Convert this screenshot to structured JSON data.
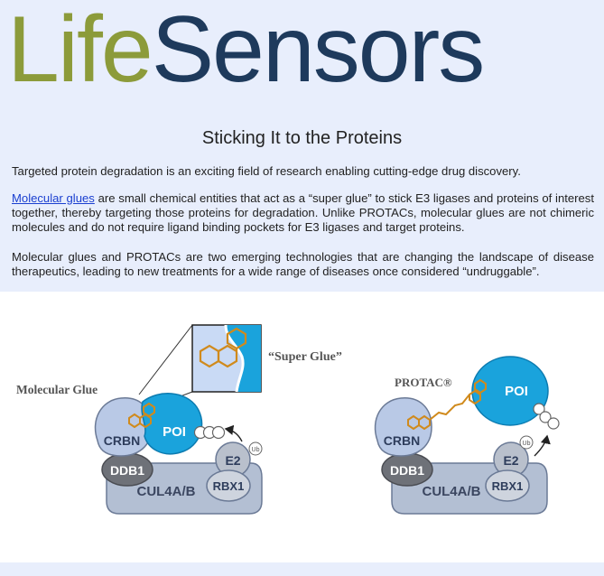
{
  "logo": {
    "part1": "Life",
    "part2": "Sensors",
    "part1_color": "#8c9b3a",
    "part2_color": "#1e3a5c"
  },
  "article": {
    "title": "Sticking It to the Proteins",
    "p1": "Targeted protein degradation is an exciting field of research enabling cutting-edge drug discovery.",
    "p2_link": "Molecular glues",
    "p2_rest": " are small chemical entities that act as a “super glue” to stick E3 ligases and proteins of interest together, thereby targeting those proteins for degradation. Unlike PROTACs, molecular glues are not chimeric molecules and do not require ligand binding pockets for E3 ligases and target proteins.",
    "p3": "Molecular glues and PROTACs are two emerging technologies that are changing the landscape of disease therapeutics, leading to new treatments for a wide range of diseases once considered “undruggable”."
  },
  "figure": {
    "left": {
      "label_mg": "Molecular Glue",
      "label_superglue": "“Super Glue”",
      "crbn": "CRBN",
      "poi": "POI",
      "ddb1": "DDB1",
      "e2": "E2",
      "ub": "Ub",
      "rbx1": "RBX1",
      "cul": "CUL4A/B"
    },
    "right": {
      "label_protac": "PROTAC®",
      "crbn": "CRBN",
      "poi": "POI",
      "ddb1": "DDB1",
      "e2": "E2",
      "ub": "Ub",
      "rbx1": "RBX1",
      "cul": "CUL4A/B"
    },
    "colors": {
      "poi": "#1aa3dc",
      "crbn": "#b9c9e6",
      "ddb1": "#6e7178",
      "cul": "#b3bfd3",
      "e2": "#b9c0cc",
      "glue": "#d08a1c"
    }
  }
}
